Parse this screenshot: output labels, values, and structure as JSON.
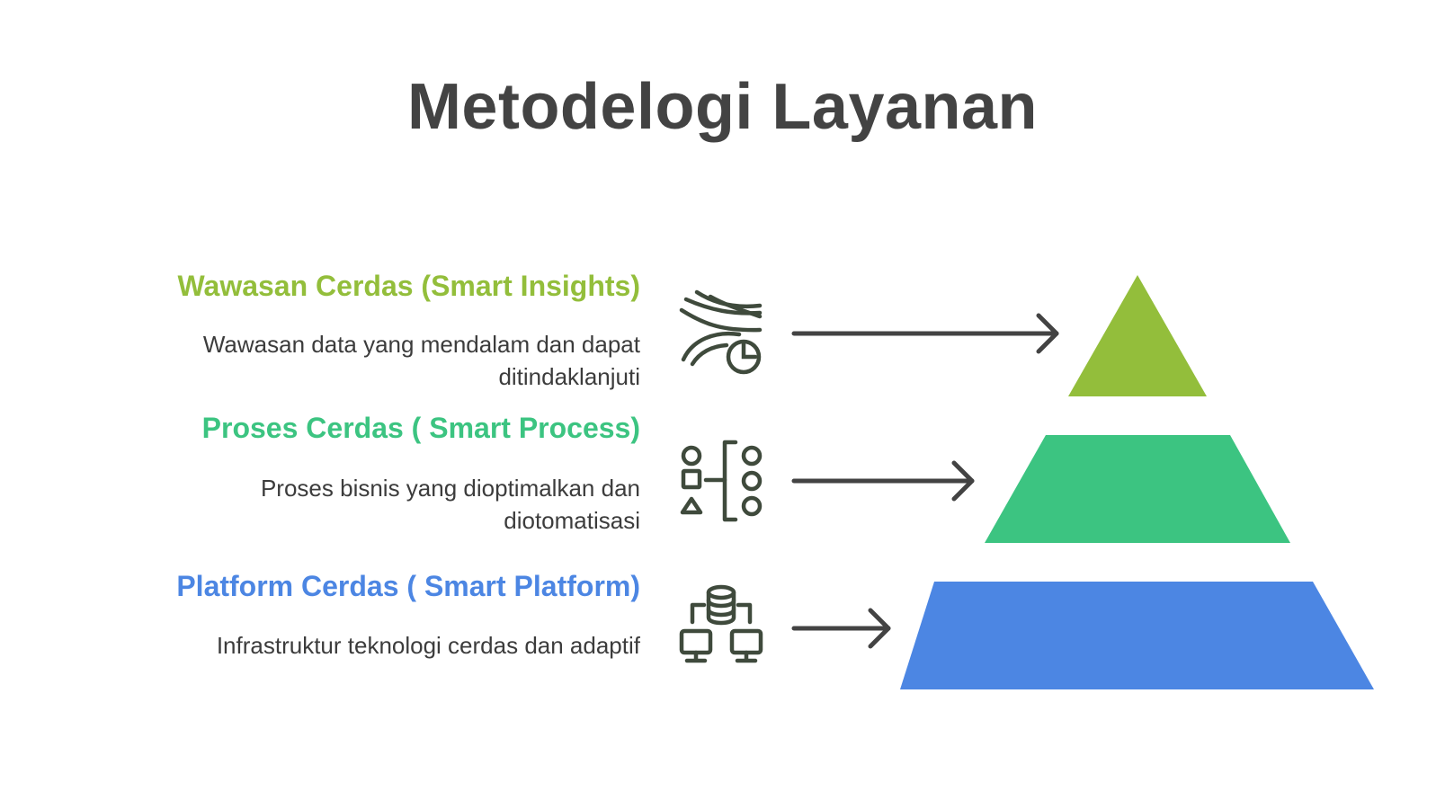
{
  "title": "Metodelogi Layanan",
  "colors": {
    "title": "#434343",
    "level1": "#93BE3B",
    "level2": "#3CC481",
    "level3": "#4C86E3",
    "icon": "#3F4A3C",
    "arrow": "#434343"
  },
  "levels": [
    {
      "heading": "Wawasan Cerdas (Smart Insights)",
      "description": "Wawasan data yang mendalam dan dapat ditindaklanjuti",
      "description_lines": [
        "Wawasan data yang mendalam dan dapat",
        "ditindaklanjuti"
      ],
      "icon": "data-flow-pie-chart-icon"
    },
    {
      "heading": "Proses Cerdas ( Smart Process)",
      "description": "Proses bisnis yang dioptimalkan dan diotomatisasi",
      "description_lines": [
        "Proses bisnis yang dioptimalkan dan",
        "diotomatisasi"
      ],
      "icon": "process-shapes-icon"
    },
    {
      "heading": "Platform Cerdas ( Smart Platform)",
      "description": "Infrastruktur teknologi cerdas dan adaptif",
      "description_lines": [
        "Infrastruktur teknologi cerdas dan adaptif"
      ],
      "icon": "database-network-icon"
    }
  ]
}
